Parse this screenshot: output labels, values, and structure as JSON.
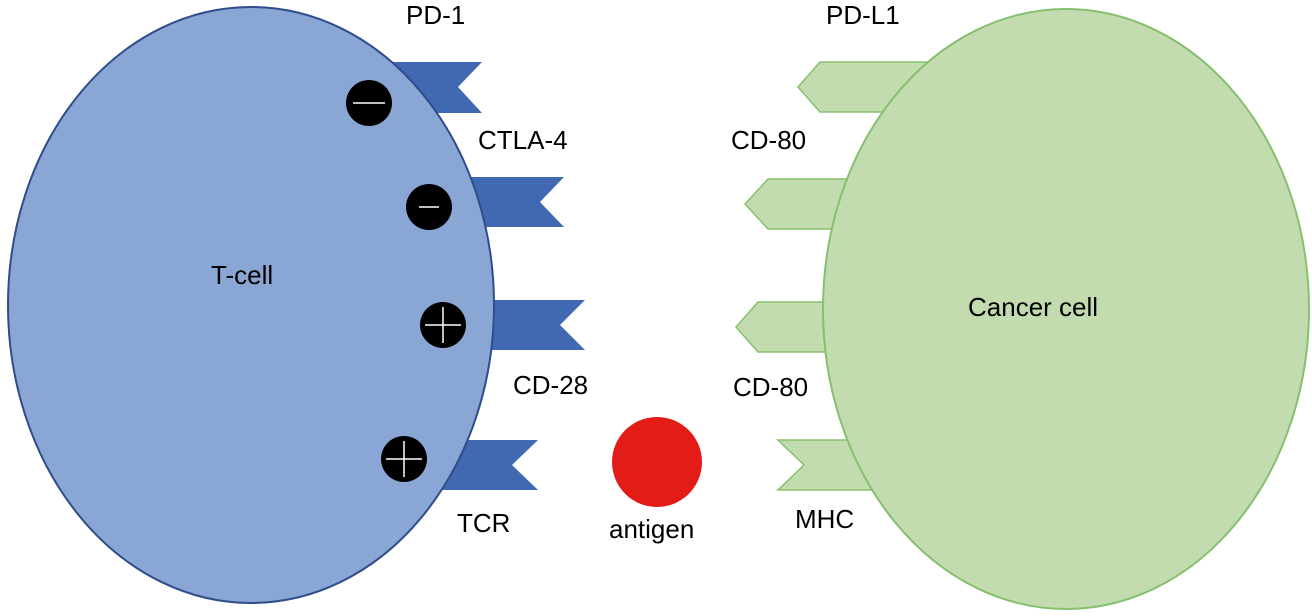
{
  "tcell": {
    "label": "T-cell",
    "fill": "#8aa6d4",
    "stroke": "#2f4d8a"
  },
  "cancer": {
    "label": "Cancer cell",
    "fill": "#c2dcb0",
    "stroke": "#86c06e"
  },
  "tcell_receptors": {
    "fill": "#4169b2",
    "pd1": "PD-1",
    "ctla4": "CTLA-4",
    "cd28": "CD-28",
    "tcr": "TCR"
  },
  "cancer_ligands": {
    "fill": "#c2dcb0",
    "stroke": "#86c06e",
    "pdl1": "PD-L1",
    "cd80_upper": "CD-80",
    "cd80_lower": "CD-80",
    "mhc": "MHC"
  },
  "signals": {
    "pd1": "minus",
    "ctla4": "minus",
    "cd28": "plus",
    "tcr": "plus"
  },
  "antigen": {
    "label": "antigen",
    "color": "#e31c17"
  }
}
